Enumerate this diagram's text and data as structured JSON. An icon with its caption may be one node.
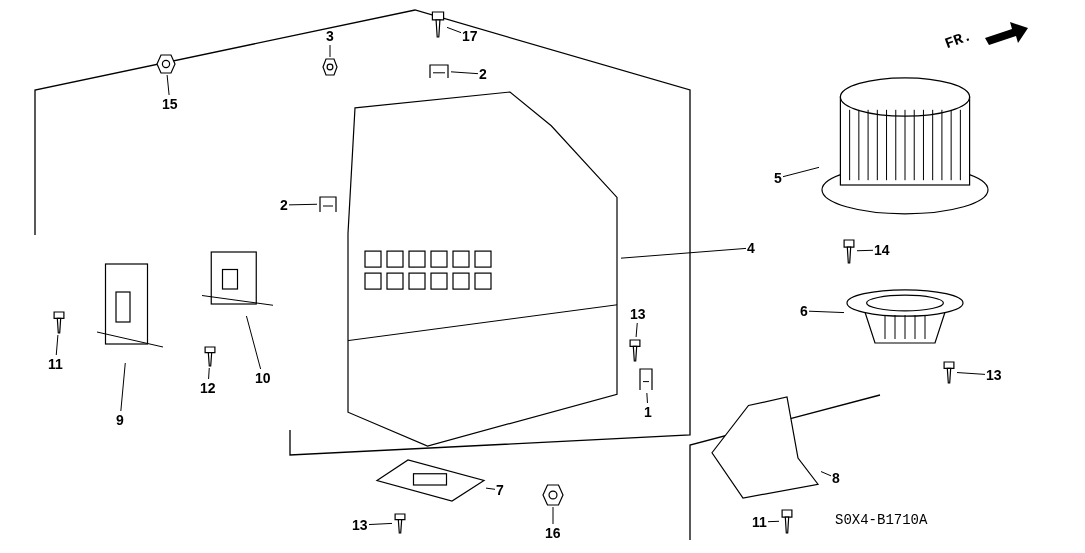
{
  "diagram": {
    "nodes": [
      {
        "text": [
          "17"
        ]
      },
      {
        "text": [],
        "shape": "picture"
      },
      {
        "text": [
          "3"
        ]
      },
      {
        "text": [],
        "shape": "picture"
      },
      {
        "text": [
          "2"
        ]
      },
      {
        "text": [],
        "shape": "picture"
      },
      {
        "text": [
          "15"
        ]
      },
      {
        "text": [],
        "shape": "picture"
      },
      {
        "text": [
          "2"
        ]
      },
      {
        "text": [],
        "shape": "picture"
      },
      {
        "text": [
          "5"
        ]
      },
      {
        "text": [],
        "shape": "picture"
      },
      {
        "text": [
          "4"
        ]
      },
      {
        "text": [],
        "shape": "picture"
      },
      {
        "text": [
          "14"
        ]
      },
      {
        "text": [],
        "shape": "picture"
      },
      {
        "text": [
          "6"
        ]
      },
      {
        "text": [],
        "shape": "picture"
      },
      {
        "text": [
          "13"
        ]
      },
      {
        "text": [],
        "shape": "picture"
      },
      {
        "text": [
          "1"
        ]
      },
      {
        "text": [],
        "shape": "picture"
      },
      {
        "text": [
          "13"
        ]
      },
      {
        "text": [],
        "shape": "picture"
      },
      {
        "text": [
          "11"
        ]
      },
      {
        "text": [],
        "shape": "picture"
      },
      {
        "text": [
          "9"
        ]
      },
      {
        "text": [],
        "shape": "picture"
      },
      {
        "text": [
          "12"
        ]
      },
      {
        "text": [],
        "shape": "picture"
      },
      {
        "text": [
          "10"
        ]
      },
      {
        "text": [],
        "shape": "picture"
      },
      {
        "text": [
          "7"
        ]
      },
      {
        "text": [],
        "shape": "picture"
      },
      {
        "text": [
          "16"
        ]
      },
      {
        "text": [],
        "shape": "picture"
      },
      {
        "text": [
          "13"
        ]
      },
      {
        "text": [],
        "shape": "picture"
      },
      {
        "text": [
          "8"
        ]
      },
      {
        "text": [],
        "shape": "picture"
      },
      {
        "text": [
          "11"
        ]
      },
      {
        "text": [],
        "shape": "picture"
      }
    ],
    "edges": [
      {
        "from": 0,
        "to": 1,
        "arrow": "none"
      },
      {
        "from": 2,
        "to": 3,
        "arrow": "none"
      },
      {
        "from": 4,
        "to": 5,
        "arrow": "none"
      },
      {
        "from": 6,
        "to": 7,
        "arrow": "none"
      },
      {
        "from": 8,
        "to": 9,
        "arrow": "none"
      },
      {
        "from": 10,
        "to": 11,
        "arrow": "none"
      },
      {
        "from": 12,
        "to": 13,
        "arrow": "none"
      },
      {
        "from": 14,
        "to": 15,
        "arrow": "none"
      },
      {
        "from": 16,
        "to": 17,
        "arrow": "none"
      },
      {
        "from": 18,
        "to": 19,
        "arrow": "none"
      },
      {
        "from": 20,
        "to": 21,
        "arrow": "none"
      },
      {
        "from": 22,
        "to": 23,
        "arrow": "none"
      },
      {
        "from": 24,
        "to": 25,
        "arrow": "none"
      },
      {
        "from": 26,
        "to": 27,
        "arrow": "none"
      },
      {
        "from": 28,
        "to": 29,
        "arrow": "none"
      },
      {
        "from": 30,
        "to": 31,
        "arrow": "none"
      },
      {
        "from": 32,
        "to": 33,
        "arrow": "none"
      },
      {
        "from": 34,
        "to": 35,
        "arrow": "none"
      },
      {
        "from": 36,
        "to": 37,
        "arrow": "none"
      },
      {
        "from": 38,
        "to": 39,
        "arrow": "none"
      },
      {
        "from": 40,
        "to": 41,
        "arrow": "none"
      }
    ],
    "labels": [
      "FR.",
      "S0X4-B1710A"
    ]
  }
}
